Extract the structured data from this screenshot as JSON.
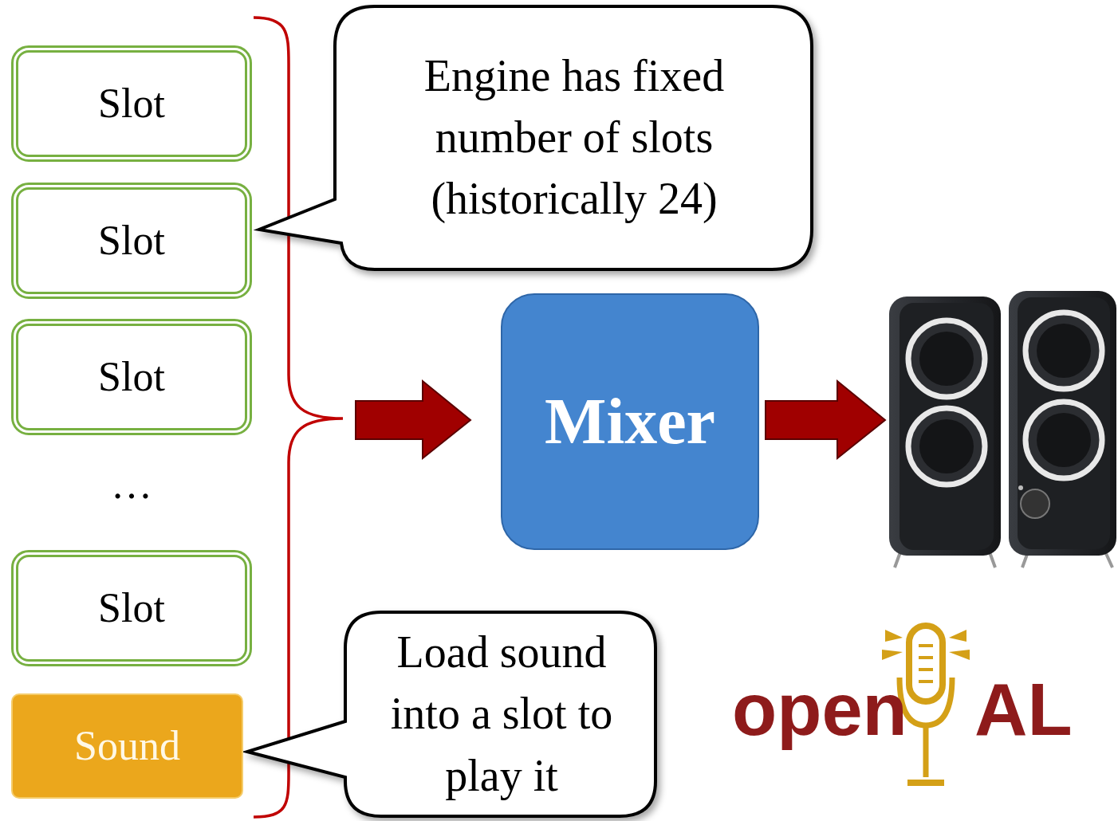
{
  "diagram": {
    "nodes": [
      {
        "text": [
          "Slot"
        ]
      },
      {
        "text": [
          "Slot"
        ]
      },
      {
        "text": [
          "Slot"
        ]
      },
      {
        "text": [
          "Slot"
        ]
      },
      {
        "text": [
          "Sound"
        ]
      },
      {
        "text": [
          "Mixer"
        ]
      },
      {
        "text": [
          "Engine has fixed number of slots (historically 24)"
        ]
      },
      {
        "text": [
          "Load sound into a slot to play it"
        ]
      }
    ],
    "labels": [
      "…",
      "open",
      "AL"
    ]
  }
}
